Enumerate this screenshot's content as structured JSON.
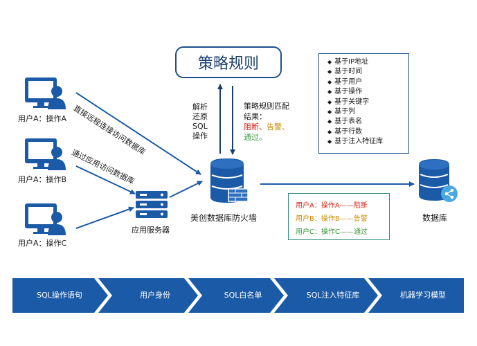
{
  "policy": {
    "title": "策略规则"
  },
  "parse_label": [
    "解析",
    "还原",
    "SQL",
    "操作"
  ],
  "match_label": {
    "line1": "策略规则匹配",
    "line2": "结果：",
    "blocked": "阻断",
    "sep1": "、",
    "alert": "告警",
    "sep2": "、",
    "pass": "通过",
    "end": "。"
  },
  "basis": [
    "基于IP地址",
    "基于时间",
    "基于用户",
    "基于操作",
    "基于关键字",
    "基于列",
    "基于表名",
    "基于行数",
    "基于注入特征库"
  ],
  "clients": [
    {
      "label": "用户A：操作A"
    },
    {
      "label": "用户A：操作B"
    },
    {
      "label": "用户A：操作C"
    }
  ],
  "arrows": {
    "direct": "直接远程连接访问数据库",
    "via_app": "通过应用访问数据库"
  },
  "app_server": {
    "label": "应用服务器"
  },
  "firewall": {
    "label": "美创数据库防火墙"
  },
  "database": {
    "label": "数据库"
  },
  "results": [
    {
      "text": "用户A：操作A——阻断",
      "color": "#d7261b"
    },
    {
      "text": "用户B：操作B——告警",
      "color": "#c58a00"
    },
    {
      "text": "用户C：操作C——通过",
      "color": "#3a9a3a"
    }
  ],
  "steps": [
    "SQL操作语句",
    "用户身份",
    "SQL白名单",
    "SQL注入特征库",
    "机器学习模型"
  ],
  "colors": {
    "primary": "#1b5aa6",
    "dark": "#1b3f6e",
    "blocked": "#d7261b",
    "alert": "#c58a00",
    "pass": "#3a9a3a"
  }
}
